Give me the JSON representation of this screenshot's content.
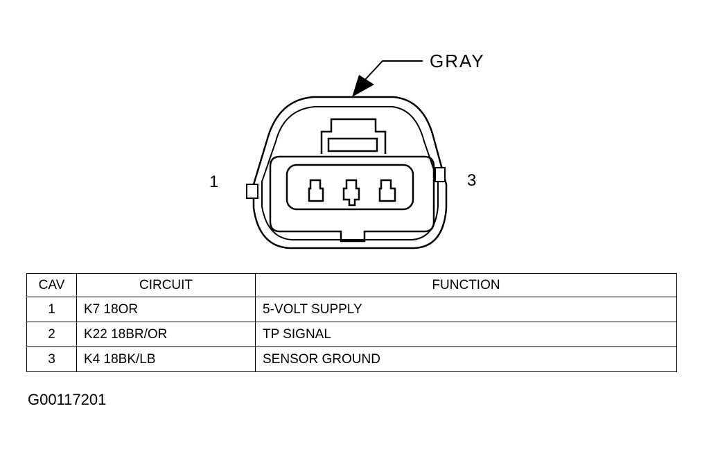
{
  "connector": {
    "color_label": "GRAY",
    "pin_left_label": "1",
    "pin_right_label": "3",
    "pin_count": 3
  },
  "table": {
    "headers": [
      "CAV",
      "CIRCUIT",
      "FUNCTION"
    ],
    "rows": [
      {
        "cav": "1",
        "circuit": "K7 18OR",
        "function": "5-VOLT SUPPLY"
      },
      {
        "cav": "2",
        "circuit": "K22 18BR/OR",
        "function": "TP SIGNAL"
      },
      {
        "cav": "3",
        "circuit": "K4 18BK/LB",
        "function": "SENSOR GROUND"
      }
    ]
  },
  "figure_id": "G00117201"
}
